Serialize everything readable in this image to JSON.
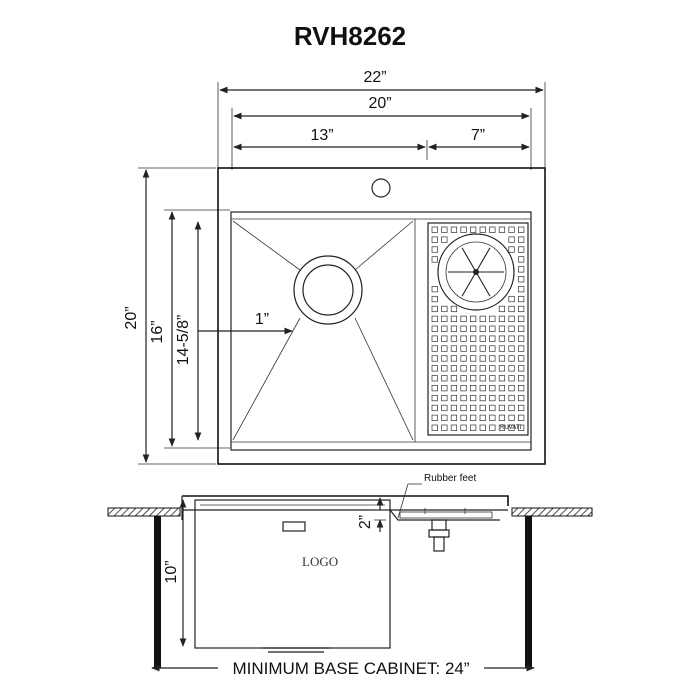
{
  "title": "RVH8262",
  "dimensions": {
    "overall_width": "22”",
    "inner_width": "20”",
    "main_bowl_width": "13”",
    "side_width": "7”",
    "overall_depth": "20”",
    "bowl_depth": "16”",
    "inner_depth": "14-5/8”",
    "drain_offset": "1”",
    "bowl_height": "10”",
    "ledge_height": "2”"
  },
  "labels": {
    "rubber_feet": "Rubber feet",
    "logo": "LOGO",
    "min_cabinet": "MINIMUM BASE CABINET: 24”",
    "grid_brand": "RUVATI"
  }
}
